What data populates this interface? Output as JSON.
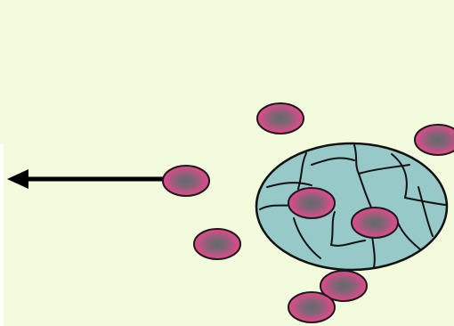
{
  "colors": {
    "background": "#f2fbdc",
    "cell_fill_outer": "#e8488e",
    "cell_fill_inner": "#5f6b6b",
    "cell_stroke": "#1a1a1a",
    "mass_fill": "#96c9c7",
    "mass_stroke": "#111111",
    "arrow": "#000000"
  },
  "diagram": {
    "cells": [
      {
        "id": "cell-top",
        "inside_mass": false
      },
      {
        "id": "cell-top-right",
        "inside_mass": false
      },
      {
        "id": "cell-migrating",
        "inside_mass": false
      },
      {
        "id": "cell-lower-left",
        "inside_mass": false
      },
      {
        "id": "cell-in-mass-left",
        "inside_mass": true
      },
      {
        "id": "cell-in-mass-right",
        "inside_mass": true
      },
      {
        "id": "cell-below-mass-upper",
        "inside_mass": false
      },
      {
        "id": "cell-below-mass-lower",
        "inside_mass": false
      }
    ],
    "arrow_direction": "left"
  }
}
